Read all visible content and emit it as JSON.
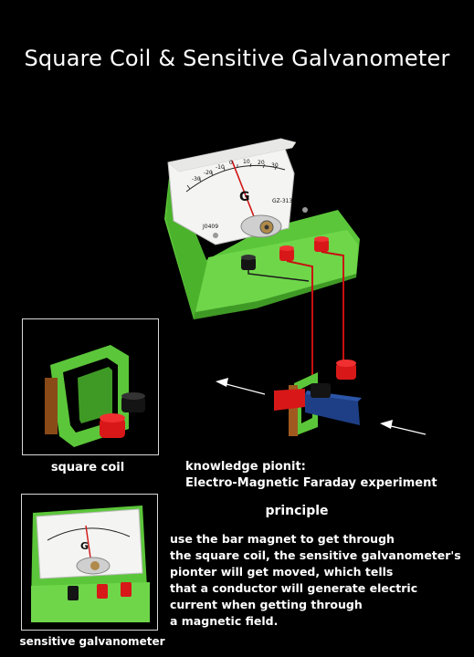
{
  "title": "Square Coil & Sensitive Galvanometer",
  "meter": {
    "letter": "G",
    "scale_ticks": [
      "-30",
      "-20",
      "-10",
      "0",
      "10",
      "20",
      "30"
    ],
    "left_marking": "J0409",
    "right_marking": "GZ-313"
  },
  "captions": {
    "square_coil": "square coil",
    "sensitive_galvanometer": "sensitive galvanometer"
  },
  "knowledge": {
    "line1": "knowledge pionit:",
    "line2": "Electro-Magnetic Faraday experiment"
  },
  "principle": {
    "title": "principle",
    "lines": [
      "use the bar magnet to get through",
      "the square coil, the sensitive galvanometer's",
      "pionter will get moved, which tells",
      "that a conductor will generate electric",
      "current when getting through",
      "a magnetic field."
    ]
  },
  "colors": {
    "green_body": "#6fd64a",
    "red_terminal": "#d81818",
    "black_terminal": "#141414",
    "wire_red": "#c81010",
    "magnet_blue": "#1e3f86",
    "magnet_red": "#d81818"
  }
}
